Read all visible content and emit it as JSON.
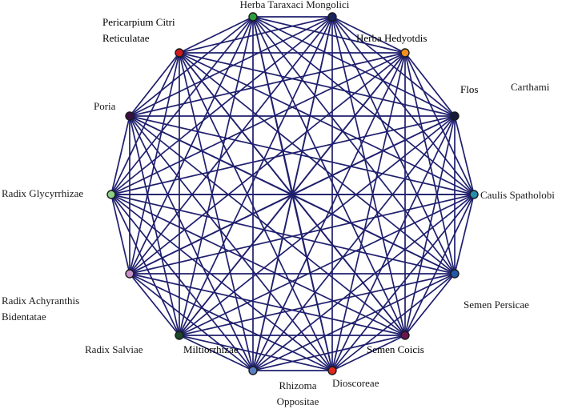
{
  "diagram": {
    "edge_color": "#1f1f6e",
    "nodes": [
      {
        "id": "herba-taraxaci",
        "label_lines": [
          "Herba Taraxaci Mongolici"
        ],
        "color": "#2e9e3e"
      },
      {
        "id": "n-top-right",
        "label_lines": [],
        "color": "#1b2566"
      },
      {
        "id": "herba-hedyotdis",
        "label_lines": [
          "Herba Hedyotdis"
        ],
        "color": "#f0901c"
      },
      {
        "id": "flos",
        "label_lines": [
          "Flos"
        ],
        "color": "#151a3a"
      },
      {
        "id": "caulis-spatholobi",
        "label_lines": [
          "Caulis Spatholobi"
        ],
        "color": "#2a8ab0"
      },
      {
        "id": "semen-persicae",
        "label_lines": [
          "Semen Persicae"
        ],
        "color": "#1e5aa8"
      },
      {
        "id": "semen-coicis",
        "label_lines": [
          "Semen Coicis"
        ],
        "color": "#6a1550"
      },
      {
        "id": "dioscoreae",
        "label_lines": [
          "Dioscoreae"
        ],
        "color": "#e0281e"
      },
      {
        "id": "rhizoma-oppositae",
        "label_lines": [
          "Rhizoma",
          "Oppositae"
        ],
        "color": "#5a7fc0"
      },
      {
        "id": "miltiorrhizae",
        "label_lines": [
          "Miltiorrhizae"
        ],
        "color": "#1a4a2a"
      },
      {
        "id": "radix-achyranthis",
        "label_lines": [
          "Radix Achyranthis",
          "Bidentatae"
        ],
        "color": "#c890c8"
      },
      {
        "id": "radix-glycyrrhizae",
        "label_lines": [
          "Radix Glycyrrhizae"
        ],
        "color": "#8ed08a"
      },
      {
        "id": "poria",
        "label_lines": [
          "Poria"
        ],
        "color": "#3a1040"
      },
      {
        "id": "pericarpium",
        "label_lines": [
          "Pericarpium Citri",
          "Reticulatae"
        ],
        "color": "#d01a20"
      }
    ],
    "extra_labels": [
      {
        "id": "carthami",
        "lines": [
          "Carthami"
        ]
      },
      {
        "id": "radix-salviae",
        "lines": [
          "Radix Salviae"
        ]
      }
    ]
  }
}
